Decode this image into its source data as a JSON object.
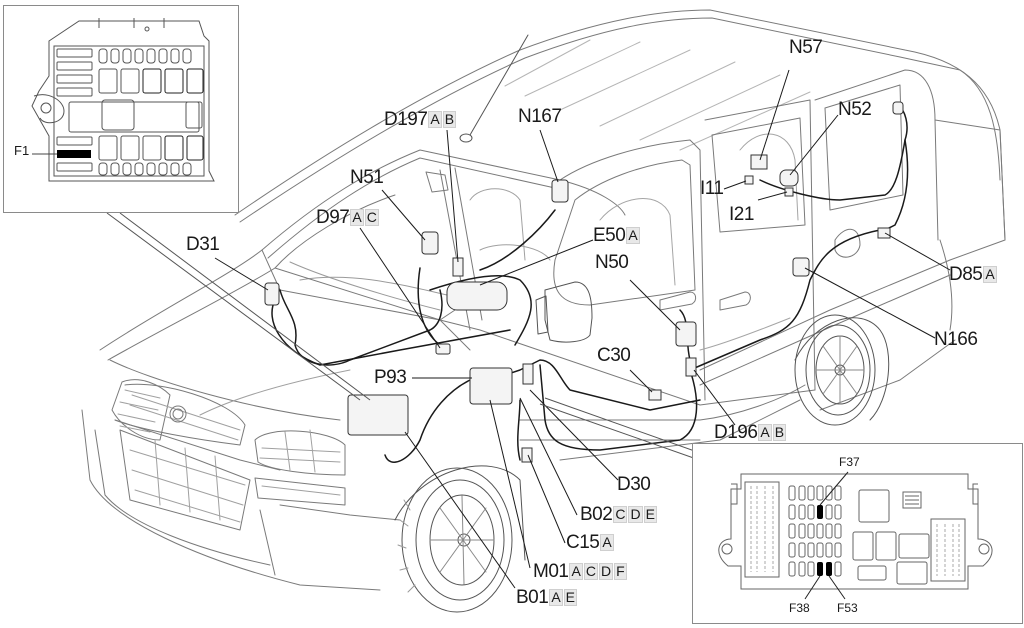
{
  "diagram": {
    "subject": "Vehicle wiring harness and component location diagram",
    "vehicle": "compact van (Fiat Doblò style) shown in three-quarter front view",
    "components": [
      {
        "code": "D197",
        "variants": [
          "A",
          "B"
        ]
      },
      {
        "code": "N167",
        "variants": []
      },
      {
        "code": "N57",
        "variants": []
      },
      {
        "code": "N52",
        "variants": []
      },
      {
        "code": "N51",
        "variants": []
      },
      {
        "code": "D97",
        "variants": [
          "A",
          "C"
        ]
      },
      {
        "code": "D31",
        "variants": []
      },
      {
        "code": "E50",
        "variants": [
          "A"
        ]
      },
      {
        "code": "I11",
        "variants": []
      },
      {
        "code": "I21",
        "variants": []
      },
      {
        "code": "N50",
        "variants": []
      },
      {
        "code": "D85",
        "variants": [
          "A"
        ]
      },
      {
        "code": "N166",
        "variants": []
      },
      {
        "code": "C30",
        "variants": []
      },
      {
        "code": "P93",
        "variants": []
      },
      {
        "code": "D196",
        "variants": [
          "A",
          "B"
        ]
      },
      {
        "code": "D30",
        "variants": []
      },
      {
        "code": "B02",
        "variants": [
          "C",
          "D",
          "E"
        ]
      },
      {
        "code": "C15",
        "variants": [
          "A"
        ]
      },
      {
        "code": "M01",
        "variants": [
          "A",
          "C",
          "D",
          "F"
        ]
      },
      {
        "code": "B01",
        "variants": [
          "A",
          "E"
        ]
      }
    ],
    "insets": {
      "engine_fusebox": {
        "title": "Engine compartment fuse box",
        "highlighted_fuses": [
          "F1"
        ]
      },
      "dashboard_fusebox": {
        "title": "Dashboard fuse box",
        "highlighted_fuses": [
          "F37",
          "F38",
          "F53"
        ]
      }
    }
  },
  "labels": {
    "D197": {
      "code": "D197",
      "v": [
        "A",
        "B"
      ]
    },
    "N167": {
      "code": "N167",
      "v": []
    },
    "N57": {
      "code": "N57",
      "v": []
    },
    "N52": {
      "code": "N52",
      "v": []
    },
    "N51": {
      "code": "N51",
      "v": []
    },
    "D97": {
      "code": "D97",
      "v": [
        "A",
        "C"
      ]
    },
    "D31": {
      "code": "D31",
      "v": []
    },
    "E50": {
      "code": "E50",
      "v": [
        "A"
      ]
    },
    "I11": {
      "code": "I11",
      "v": []
    },
    "I21": {
      "code": "I21",
      "v": []
    },
    "N50": {
      "code": "N50",
      "v": []
    },
    "D85": {
      "code": "D85",
      "v": [
        "A"
      ]
    },
    "N166": {
      "code": "N166",
      "v": []
    },
    "C30": {
      "code": "C30",
      "v": []
    },
    "P93": {
      "code": "P93",
      "v": []
    },
    "D196": {
      "code": "D196",
      "v": [
        "A",
        "B"
      ]
    },
    "D30": {
      "code": "D30",
      "v": []
    },
    "B02": {
      "code": "B02",
      "v": [
        "C",
        "D",
        "E"
      ]
    },
    "C15": {
      "code": "C15",
      "v": [
        "A"
      ]
    },
    "M01": {
      "code": "M01",
      "v": [
        "A",
        "C",
        "D",
        "F"
      ]
    },
    "B01": {
      "code": "B01",
      "v": [
        "A",
        "E"
      ]
    },
    "F1": "F1",
    "F37": "F37",
    "F38": "F38",
    "F53": "F53"
  },
  "colors": {
    "line": "#2a2a2a",
    "thin_line": "#8c8c8c",
    "harness": "#1a1a1a",
    "fuse_highlight": "#000000",
    "variant_box": "#e8e8e8"
  }
}
